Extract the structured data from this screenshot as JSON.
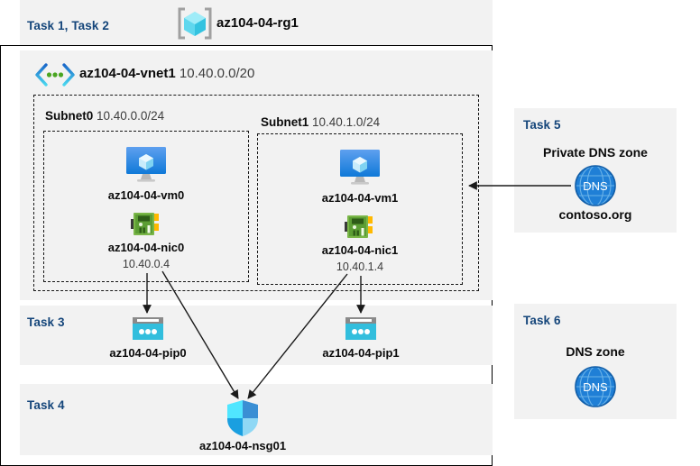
{
  "header": {
    "task_label": "Task 1, Task 2",
    "resource_group_name": "az104-04-rg1",
    "rg_icon": "resource-group-cube-icon"
  },
  "vnet": {
    "icon": "virtual-network-icon",
    "name": "az104-04-vnet1",
    "address_space": "10.40.0.0/20"
  },
  "subnets": [
    {
      "name": "Subnet0",
      "cidr": "10.40.0.0/24",
      "vm": {
        "icon": "virtual-machine-icon",
        "name": "az104-04-vm0"
      },
      "nic": {
        "icon": "network-interface-icon",
        "name": "az104-04-nic0",
        "ip": "10.40.0.4"
      }
    },
    {
      "name": "Subnet1",
      "cidr": "10.40.1.0/24",
      "vm": {
        "icon": "virtual-machine-icon",
        "name": "az104-04-vm1"
      },
      "nic": {
        "icon": "network-interface-icon",
        "name": "az104-04-nic1",
        "ip": "10.40.1.4"
      }
    }
  ],
  "task3": {
    "task_label": "Task 3",
    "public_ips": [
      {
        "icon": "public-ip-address-icon",
        "name": "az104-04-pip0"
      },
      {
        "icon": "public-ip-address-icon",
        "name": "az104-04-pip1"
      }
    ]
  },
  "task4": {
    "task_label": "Task 4",
    "nsg": {
      "icon": "network-security-group-shield-icon",
      "name": "az104-04-nsg01"
    }
  },
  "task5": {
    "task_label": "Task 5",
    "title": "Private DNS zone",
    "icon": "dns-globe-icon",
    "zone_name": "contoso.org"
  },
  "task6": {
    "task_label": "Task 6",
    "title": "DNS zone",
    "icon": "dns-globe-icon"
  },
  "colors": {
    "task_label": "#14457a",
    "panel_bg": "#f2f2f2",
    "page_bg": "#ffffff",
    "azure_blue": "#0078d4",
    "cyan": "#32bedd",
    "nic_green": "#6cbe45",
    "dns_blue": "#1f7fd6",
    "border": "#161616"
  }
}
